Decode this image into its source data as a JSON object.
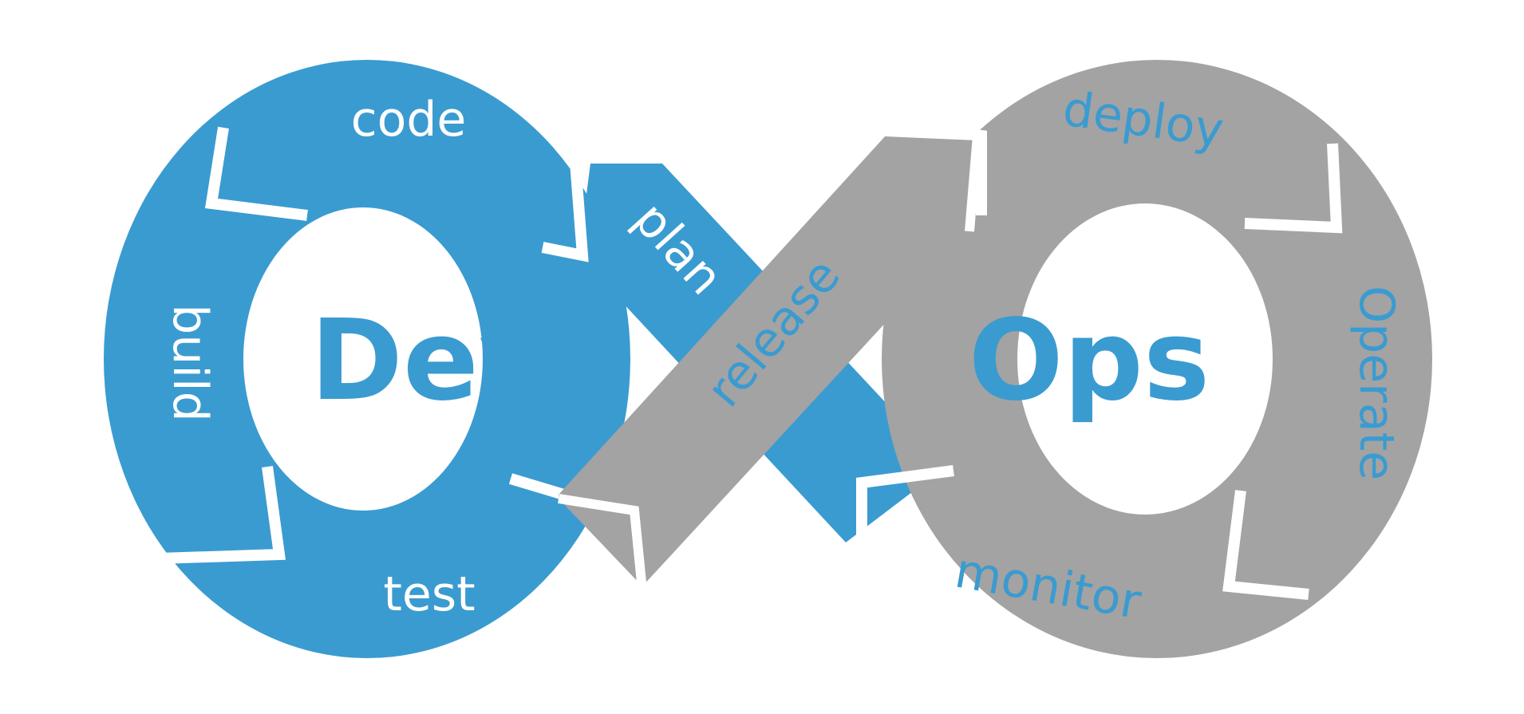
{
  "colors": {
    "dev_blue": "#3a9bd0",
    "ops_gray": "#a3a3a3",
    "background": "#ffffff",
    "light_text": "#ffffff"
  },
  "dev_loop": {
    "title": "Dev",
    "stages": {
      "code": "code",
      "plan": "plan",
      "build": "build",
      "test": "test"
    }
  },
  "ops_loop": {
    "title": "Ops",
    "stages": {
      "deploy": "deploy",
      "operate": "Operate",
      "monitor": "monitor"
    }
  },
  "bridge": {
    "release": "release"
  }
}
